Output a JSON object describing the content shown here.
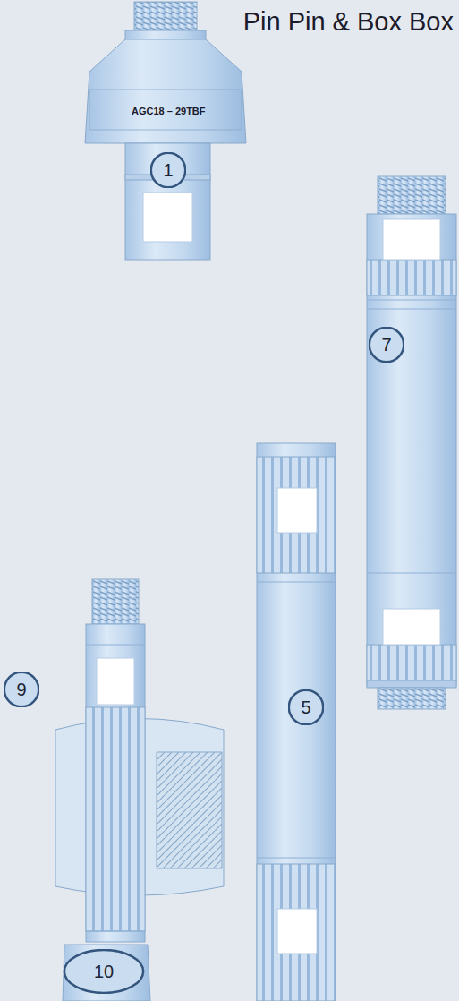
{
  "diagram": {
    "title": "Pin Pin & Box Box",
    "nodes": [
      {
        "text": [
          "1"
        ]
      },
      {
        "text": [
          "7"
        ]
      },
      {
        "text": [
          "9"
        ]
      },
      {
        "text": [
          "5"
        ]
      },
      {
        "text": [
          "10"
        ]
      }
    ],
    "labels": [
      "AGC18 – 29TBF"
    ]
  }
}
